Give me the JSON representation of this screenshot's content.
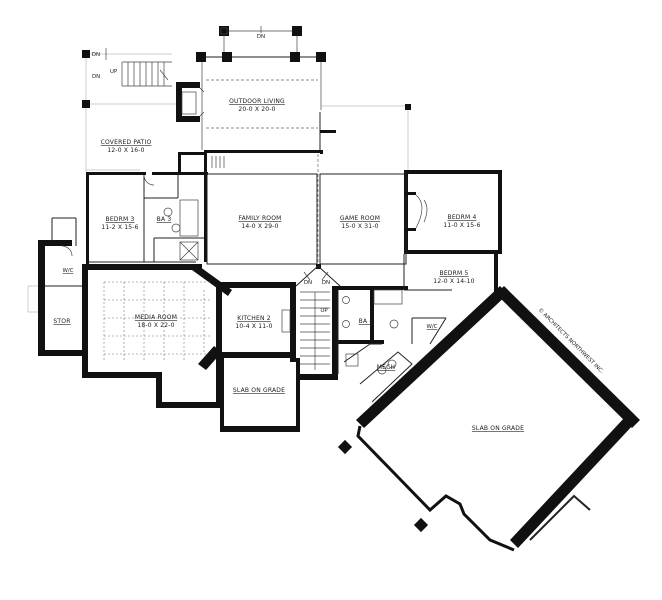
{
  "rooms": {
    "outdoor_living": {
      "name": "OUTDOOR LIVING",
      "dims": "20-0 X 20-0"
    },
    "covered_patio": {
      "name": "COVERED PATIO",
      "dims": "12-0 X 16-0"
    },
    "bedrm3": {
      "name": "BEDRM 3",
      "dims": "11-2 X 15-6"
    },
    "ba3": {
      "name": "BA 3"
    },
    "family_room": {
      "name": "FAMILY ROOM",
      "dims": "14-0 X 29-0"
    },
    "game_room": {
      "name": "GAME ROOM",
      "dims": "15-0 X 31-0"
    },
    "bedrm4": {
      "name": "BEDRM 4",
      "dims": "11-0 X 15-6"
    },
    "bedrm5": {
      "name": "BEDRM 5",
      "dims": "12-0 X 14-10"
    },
    "wic_left": {
      "name": "W/C"
    },
    "stor": {
      "name": "STOR"
    },
    "media_room": {
      "name": "MEDIA ROOM",
      "dims": "18-0 X 22-0"
    },
    "kitchen2": {
      "name": "KITCHEN 2",
      "dims": "10-4 X 11-0"
    },
    "ba4": {
      "name": "BA 4"
    },
    "wic_right": {
      "name": "W/C"
    },
    "mech": {
      "name": "MECH"
    },
    "slab_left": {
      "name": "SLAB ON GRADE"
    },
    "slab_right": {
      "name": "SLAB ON GRADE"
    }
  },
  "stairs": {
    "dn_top": "DN",
    "dn_left": "DN",
    "up_left": "UP",
    "dn_center_a": "DN",
    "dn_center_b": "DN",
    "up_center": "UP"
  },
  "copyright": "© ARCHITECTS NORTHWEST INC."
}
